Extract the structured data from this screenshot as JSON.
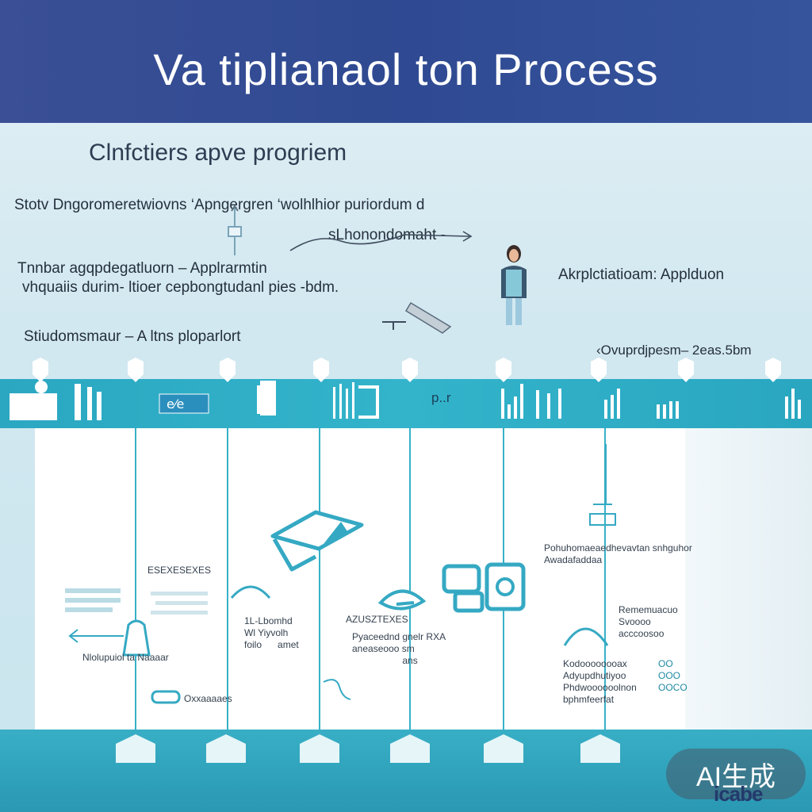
{
  "header": {
    "title": "Va tiplianaol ton Process"
  },
  "subtitle": "Clnfctiers apve progriem",
  "notes": {
    "n1": "Stotv  Dngoromeretwiovns  ‘Apngergren  ‘wolhlhior puriordum d",
    "n2": "sLhonondomaht -",
    "n3": "Tnnbar agqpdegatluorn – Applrarmtin",
    "n4": "vhquaiis durim-   ltioer   cepbongtudanl pies  -bdm.",
    "n5": "Akrplctiatioam: Applduon",
    "n6": "Stiudomsmaur  – A  ltns ploparlort",
    "n7": "‹Ovuprdjpesm–  2eas.5bm"
  },
  "band_label": "p..r",
  "panel": {
    "labels": {
      "l1": "ESEXESEXES",
      "l2": "Nlolupuiol ta  Naaaar",
      "l3": "1L-Lbomhd\nWl Yiyvolh\nfoilo      amet",
      "l4": "AZUSZTEXES",
      "l5": "Pyaceednd gnelr RXA\naneaseooo sm\n                   ans",
      "l6": "Pohuhomaeaedhevavtan snhguhor\nAwadafaddaa",
      "l7": "Rememuacuo\nSvoooo\nacccoosoo",
      "l8": "Kodoooooooax\nAdyupdhutiyoo\nPhdwoooooolnon\nbphmfeerfat",
      "l9": "OO\nOOO\nOOCO",
      "l10": "Oxxaaaaes"
    }
  },
  "badge": {
    "text": "AI生成",
    "sub": "icabe"
  },
  "colors": {
    "header": "#2f4a92",
    "teal": "#33b4cb",
    "line": "#38b1c8",
    "panel": "#ffffff"
  }
}
